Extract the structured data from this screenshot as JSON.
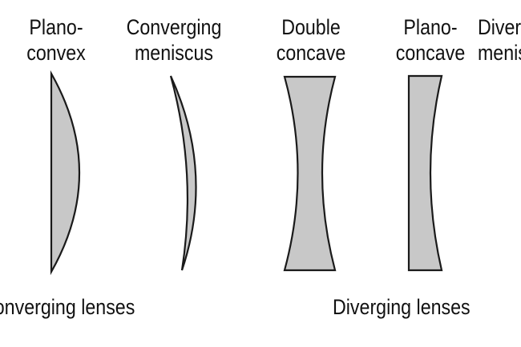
{
  "lenses": [
    {
      "line1": "Plano-",
      "line2": "convex"
    },
    {
      "line1": "Converging",
      "line2": "meniscus"
    },
    {
      "line1": "Double",
      "line2": "concave"
    },
    {
      "line1": "Plano-",
      "line2": "concave"
    },
    {
      "line1": "Diverging",
      "line2": "meniscus"
    }
  ],
  "groups": {
    "converging": "Converging lenses",
    "diverging": "Diverging lenses"
  },
  "colors": {
    "lens_fill": "#c8c8c8",
    "lens_stroke": "#1a1a1a",
    "text": "#111111"
  }
}
